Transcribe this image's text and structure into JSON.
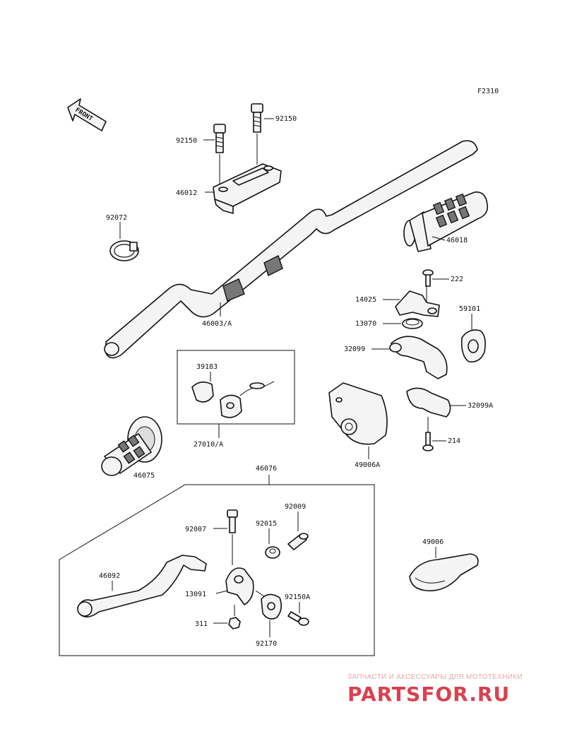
{
  "figure_code": "F2310",
  "front_label": "FRONT",
  "parts": {
    "p92150_top": "92150",
    "p92150_left": "92150",
    "p46012": "46012",
    "p92072": "92072",
    "p46003": "46003/A",
    "p46018": "46018",
    "p222": "222",
    "p14025": "14025",
    "p59101": "59101",
    "p13070": "13070",
    "p32099": "32099",
    "p39183": "39183",
    "p32099a": "32099A",
    "p214": "214",
    "p27010": "27010/A",
    "p49006a": "49006A",
    "p46075": "46075",
    "p46076": "46076",
    "p92009": "92009",
    "p92007": "92007",
    "p92015": "92015",
    "p49006": "49006",
    "p46092": "46092",
    "p13091": "13091",
    "p92150a": "92150A",
    "p311": "311",
    "p92170": "92170"
  },
  "watermark": {
    "caption": "ЗАПЧАСТИ И АКСЕССУАРЫ ДЛЯ МОТОТЕХНИКИ",
    "logo": "PARTSFOR.RU",
    "color": "#d9414f"
  }
}
